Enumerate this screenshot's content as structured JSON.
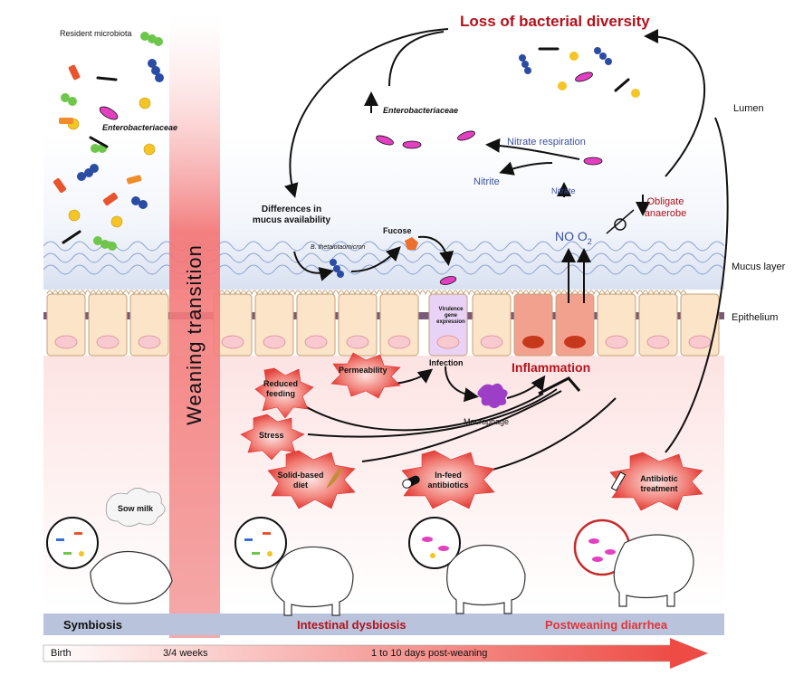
{
  "labels": {
    "title_loss": "Loss of bacterial diversity",
    "lumen": "Lumen",
    "mucus_layer": "Mucus layer",
    "epithelium": "Epithelium",
    "resident_microbiota": "Resident microbiota",
    "enterobacteriaceae_left": "Enterobacteriaceae",
    "enterobacteriaceae_top": "Enterobacteriaceae",
    "weaning_transition": "Weaning transition",
    "differences_mucus": "Differences in mucus availability",
    "b_theta": "B. thetaiotaomicron",
    "fucose": "Fucose",
    "virulence": "Virulence gene expression",
    "nitrate_respiration": "Nitrate respiration",
    "nitrite": "Nitrite",
    "nitrate": "Nitrate",
    "no_o2": "NO O",
    "o2_sub": "2",
    "obligate_anaerobe": "Obligate anaerobe",
    "permeability": "Permeability",
    "reduced_feeding": "Reduced feeding",
    "infection": "Infection",
    "inflammation": "Inflammation",
    "macrophage": "Macrophage",
    "stress": "Stress",
    "solid_diet": "Solid-based diet",
    "infeed_antibiotics": "In-feed antibiotics",
    "antibiotic_treatment": "Antibiotic treatment",
    "sow_milk": "Sow milk"
  },
  "bar": {
    "symbiosis": "Symbiosis",
    "dysbiosis": "Intestinal dysbiosis",
    "diarrhea": "Postweaning diarrhea"
  },
  "timeline": {
    "birth": "Birth",
    "weeks": "3/4 weeks",
    "post": "1 to 10 days post-weaning"
  },
  "colors": {
    "dark_red": "#b3121b",
    "blue_text": "#3a4f9e",
    "bar_blue": "#b9c3dc",
    "burst_red": "#e8443f"
  }
}
